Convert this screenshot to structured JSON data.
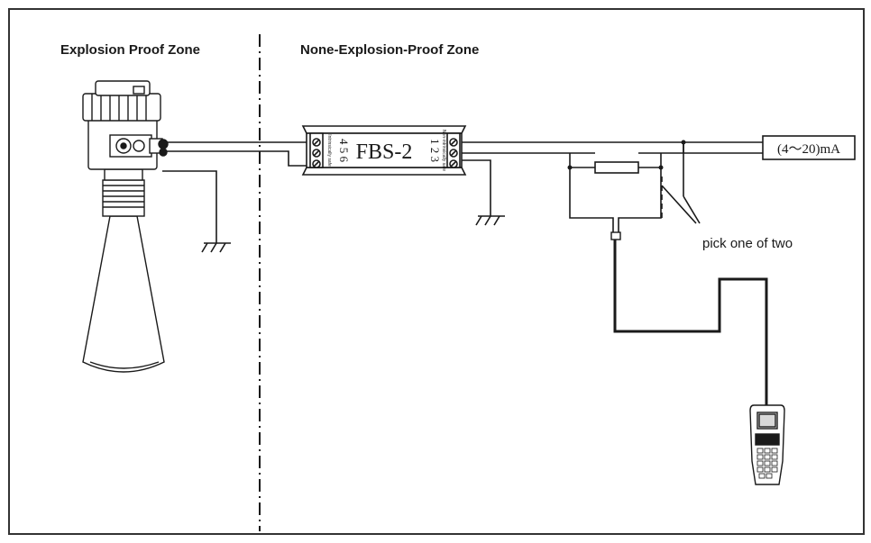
{
  "zones": {
    "left_title": "Explosion Proof Zone",
    "right_title": "None-Explosion-Proof Zone"
  },
  "barrier": {
    "model": "FBS-2",
    "left_terminals": "4 5 6",
    "right_terminals": "1 2 3",
    "left_side_label": "Intrinsically safe",
    "right_side_label": "Non-intrinsically safe"
  },
  "output": {
    "label": "(4〜20)mA"
  },
  "note": {
    "text": "pick one of two"
  },
  "colors": {
    "line": "#1a1a1a",
    "border": "#333333",
    "background": "#ffffff"
  },
  "icons": {
    "transmitter": "radar-level-transmitter-icon",
    "handheld": "hart-handheld-communicator-icon",
    "ground": "ground-symbol-icon",
    "resistor": "resistor-icon"
  }
}
